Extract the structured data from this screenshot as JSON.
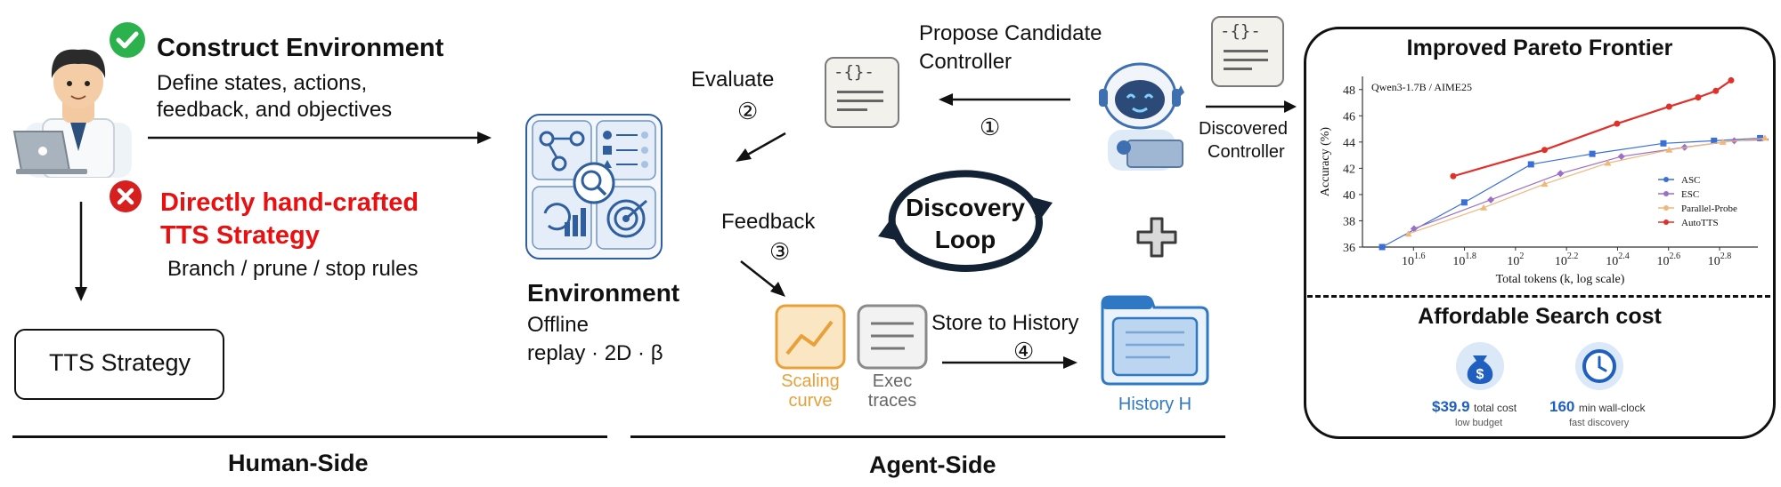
{
  "human": {
    "construct_title": "Construct Environment",
    "construct_desc_1": "Define states, actions,",
    "construct_desc_2": "feedback, and objectives",
    "handcrafted_line_1": "Directly hand-crafted",
    "handcrafted_line_2": "TTS Strategy",
    "rules": "Branch / prune / stop rules",
    "strategy_box": "TTS Strategy",
    "side_label": "Human-Side"
  },
  "environment": {
    "title": "Environment",
    "line_1": "Offline",
    "line_2": "replay · 2D · β"
  },
  "agent": {
    "evaluate": "Evaluate",
    "evaluate_num": "②",
    "propose_1": "Propose Candidate",
    "propose_2": "Controller",
    "propose_num": "①",
    "feedback": "Feedback",
    "feedback_num": "③",
    "loop_1": "Discovery",
    "loop_2": "Loop",
    "discovered_1": "Discovered",
    "discovered_2": "Controller",
    "scaling_1": "Scaling",
    "scaling_2": "curve",
    "exec_1": "Exec",
    "exec_2": "traces",
    "store": "Store to History",
    "store_num": "④",
    "history": "History H",
    "code_glyph": "-{}-",
    "side_label": "Agent-Side"
  },
  "panel": {
    "pareto_title": "Improved Pareto Frontier",
    "search_title": "Affordable Search cost",
    "cost_value": "$39.9",
    "cost_label": "total cost",
    "cost_sub": "low budget",
    "time_value": "160",
    "time_label": "min wall-clock",
    "time_sub": "fast discovery"
  },
  "colors": {
    "red_text": "#e81010",
    "orange": "#e8a13a",
    "blue_history": "#2f78c4",
    "check_green": "#2bb24c",
    "cross_red": "#d62020",
    "stat_blue": "#1f5fbf"
  },
  "chart_data": {
    "type": "line",
    "subtitle": "Qwen3-1.7B / AIME25",
    "xlabel": "Total tokens (k, log scale)",
    "ylabel": "Accuracy (%)",
    "x_log10_range": [
      1.4,
      2.95
    ],
    "xticks": [
      "10^1.6",
      "10^1.8",
      "10^2",
      "10^2.2",
      "10^2.4",
      "10^2.6",
      "10^2.8"
    ],
    "ylim": [
      36,
      49
    ],
    "yticks": [
      36,
      38,
      40,
      42,
      44,
      46,
      48
    ],
    "legend": "lower-right",
    "series": [
      {
        "name": "ASC",
        "color": "#3a6fd8",
        "marker": "square",
        "x": [
          30,
          63,
          115,
          200,
          380,
          600,
          910
        ],
        "y": [
          36.0,
          39.4,
          42.3,
          43.1,
          43.9,
          44.1,
          44.3
        ]
      },
      {
        "name": "ESC",
        "color": "#9b6fc7",
        "marker": "diamond",
        "x": [
          40,
          80,
          150,
          260,
          460,
          720,
          1000
        ],
        "y": [
          37.4,
          39.6,
          41.6,
          42.9,
          43.6,
          44.1,
          44.2
        ]
      },
      {
        "name": "Parallel-Probe",
        "color": "#f0b77a",
        "marker": "triangle",
        "x": [
          38,
          75,
          130,
          230,
          400,
          650,
          950
        ],
        "y": [
          37.0,
          39.0,
          40.8,
          42.4,
          43.4,
          44.0,
          44.3
        ]
      },
      {
        "name": "AutoTTS",
        "color": "#e0302a",
        "marker": "circle",
        "x": [
          57,
          130,
          250,
          400,
          520,
          610,
          700
        ],
        "y": [
          41.4,
          43.4,
          45.4,
          46.7,
          47.4,
          47.9,
          48.7
        ]
      }
    ]
  }
}
